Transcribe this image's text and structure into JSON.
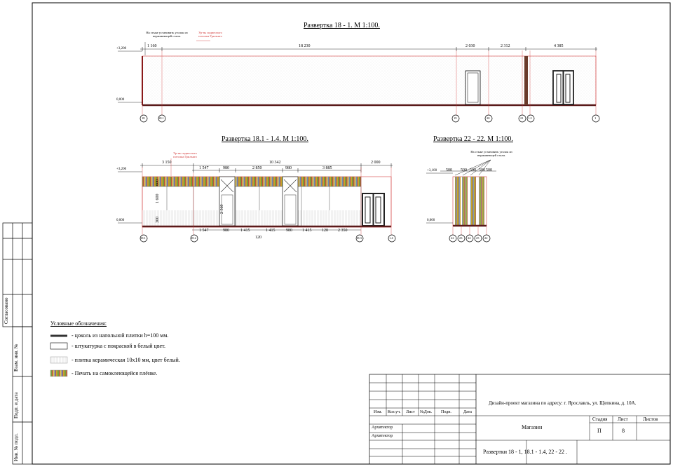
{
  "sheet": {
    "views": [
      {
        "title": "Развертка 18 - 1. М 1:100.",
        "level_top": "+3,200",
        "level_bottom": "0,000",
        "dims": [
          "1 160",
          "18 230",
          "2 030",
          "2 312",
          "4 385"
        ],
        "notes": [
          "На стыке установить уголок из нержавеющей стали.",
          "Ур-нь подвесного потолка Грильято"
        ],
        "axes": [
          "18",
          "18.1",
          "19",
          "20",
          "21",
          "1.2",
          "1"
        ]
      },
      {
        "title": "Развертка 18.1 - 1.4. М 1:100.",
        "level_top": "+3,200",
        "level_bottom": "0,000",
        "dims_top_row1": [
          "3 150",
          "10 342",
          "2 000"
        ],
        "dims_top_row2": [
          "1 547",
          "980",
          "2 850",
          "980",
          "3 885"
        ],
        "dims_side": [
          "600",
          "1 600",
          "300",
          "2 560"
        ],
        "dims_bottom": [
          "1 547",
          "980",
          "1 415",
          "1 415",
          "980",
          "1 415",
          "120",
          "2 350"
        ],
        "dim_bottom_extra": "120",
        "notes": [
          "Ур-нь подвесного потолка Грильято"
        ],
        "axes": [
          "18.1",
          "18.2",
          "18.3",
          "1.4"
        ]
      },
      {
        "title": "Развертка 22 - 22. М 1:100.",
        "level_top": "+3,100",
        "level_bottom": "0,000",
        "dims": [
          "500",
          "500",
          "500",
          "500",
          "500"
        ],
        "notes": [
          "На стыке установить уголок из нержавеющей стали."
        ],
        "axes": [
          "22",
          "23",
          "24",
          "25",
          "22"
        ]
      }
    ],
    "legend": {
      "title": "Условные обозначения:",
      "items": [
        "- цоколь из напольной плитки h=100 мм.",
        "- штукатурка с покраской в белый цвет.",
        "- плитка керамическая 10х10 мм, цвет белый.",
        "- Печать на самоклеющейся плёнке."
      ]
    },
    "side_stamps": [
      "Согласовано",
      "Взам. инв. №",
      "Подп. и дата",
      "Инв. № подл."
    ],
    "stamp": {
      "headers": [
        "Изм.",
        "Кол.уч.",
        "Лист",
        "№Док.",
        "Подп.",
        "Дата"
      ],
      "roles": [
        "Архитектор",
        "Архитектор"
      ],
      "project": "Дизайн-проект магазина по адресу: г. Ярославль, ул. Щепкина, д. 10А.",
      "object": "Магазин",
      "sheet_title": "Развертки 18 - 1, 18.1 - 1.4, 22 - 22 .",
      "stage_label": "Стадия",
      "sheet_label": "Лист",
      "sheets_label": "Листов",
      "stage": "П",
      "sheet": "8",
      "sheets": ""
    },
    "colors": {
      "frame": "#000000",
      "red_lines": "#d23a3a",
      "plinth": "#5a1a1a",
      "stripe_a": "#c9a227",
      "stripe_b": "#7a9a3a",
      "stripe_c": "#b8563a"
    }
  }
}
